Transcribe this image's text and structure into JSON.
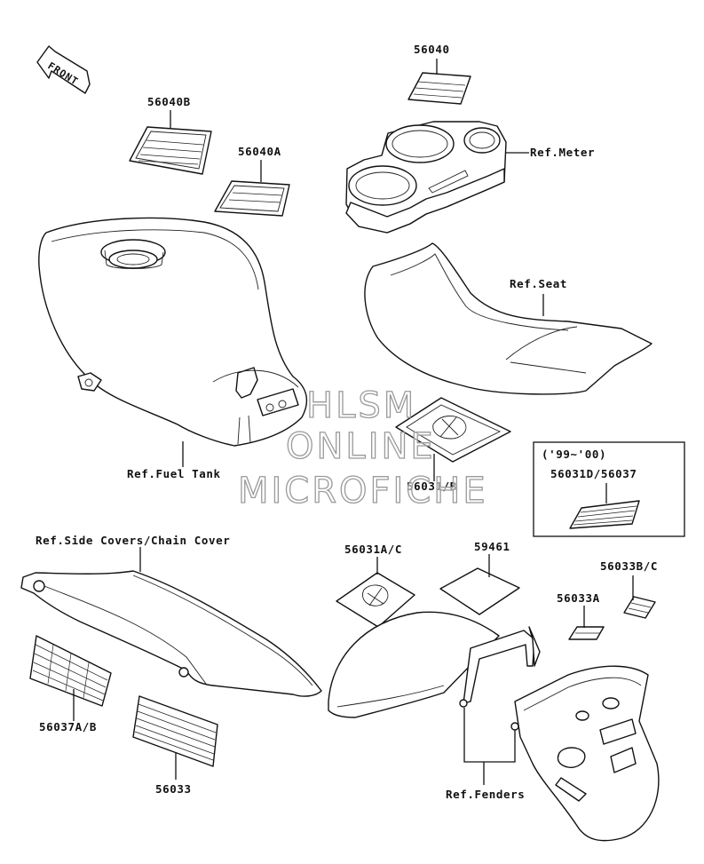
{
  "front_label": "FRONT",
  "labels": {
    "p56040": "56040",
    "p56040B": "56040B",
    "p56040A": "56040A",
    "ref_meter": "Ref.Meter",
    "ref_seat": "Ref.Seat",
    "ref_fuel_tank": "Ref.Fuel Tank",
    "p56031B": "56031/B",
    "year_range": "('99~'00)",
    "p56031D_56037": "56031D/56037",
    "ref_side_covers": "Ref.Side Covers/Chain Cover",
    "p56031AC": "56031A/C",
    "p59461": "59461",
    "p56033BC": "56033B/C",
    "p56033A": "56033A",
    "p56037AB": "56037A/B",
    "p56033": "56033",
    "ref_fenders": "Ref.Fenders"
  },
  "watermark": {
    "line1": "HLSM",
    "line2": "ONLINE",
    "line3": "MICROFICHE"
  }
}
